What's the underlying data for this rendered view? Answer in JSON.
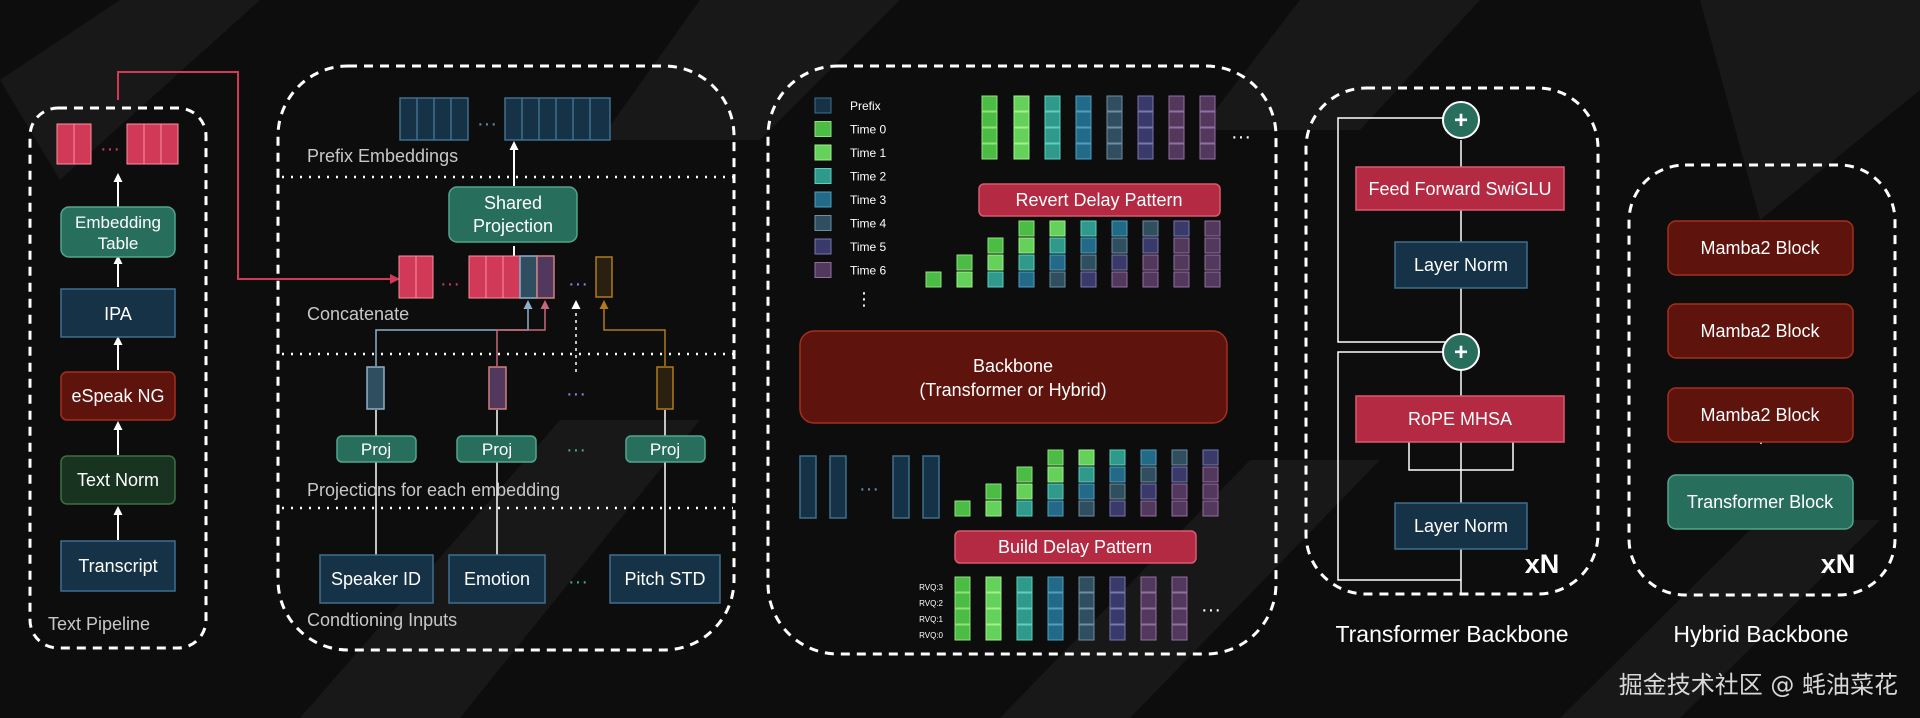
{
  "palette": {
    "background": "#0d0d0d",
    "white": "#ffffff",
    "dark_blue": "#163247",
    "dark_red": "#5e130c",
    "crimson": "#b32a42",
    "dark_green": "#183420",
    "teal": "#276e5c",
    "pink": "#d13a57",
    "green1": "#4cbd44",
    "green2": "#63d15a",
    "teal3": "#2f9a8b",
    "blue4": "#236a89",
    "slate5": "#2f4f60",
    "purple6": "#3a3a6a",
    "purple7": "#53385e",
    "gold": "#b07a1a"
  },
  "text_pipeline": {
    "label": "Text Pipeline",
    "transcript": "Transcript",
    "text_norm": "Text Norm",
    "espeak": "eSpeak NG",
    "ipa": "IPA",
    "embedding_table": [
      "Embedding",
      "Table"
    ]
  },
  "conditioning": {
    "prefix_label": "Prefix Embeddings",
    "shared_projection": [
      "Shared",
      "Projection"
    ],
    "concatenate_label": "Concatenate",
    "projections_label": "Projections for each embedding",
    "proj": "Proj",
    "inputs_label": "Condtioning Inputs",
    "inputs": [
      "Speaker ID",
      "Emotion",
      "Pitch STD"
    ]
  },
  "backbone_panel": {
    "legend": [
      "Prefix",
      "Time 0",
      "Time 1",
      "Time 2",
      "Time 3",
      "Time 4",
      "Time 5",
      "Time 6"
    ],
    "revert": "Revert Delay Pattern",
    "backbone": [
      "Backbone",
      "(Transformer or Hybrid)"
    ],
    "build": "Build Delay Pattern",
    "rvq": [
      "RVQ:3",
      "RVQ:2",
      "RVQ:1",
      "RVQ:0"
    ]
  },
  "transformer_backbone": {
    "title": "Transformer Backbone",
    "ffn": "Feed Forward SwiGLU",
    "norm": "Layer Norm",
    "mhsa": "RoPE MHSA",
    "repeat": "xN",
    "plus": "+"
  },
  "hybrid_backbone": {
    "title": "Hybrid Backbone",
    "mamba": "Mamba2 Block",
    "transformer": "Transformer Block",
    "repeat": "xN"
  },
  "footer": "掘金技术社区 @ 蚝油菜花",
  "ellipsis": "···",
  "vdots": "⋮"
}
